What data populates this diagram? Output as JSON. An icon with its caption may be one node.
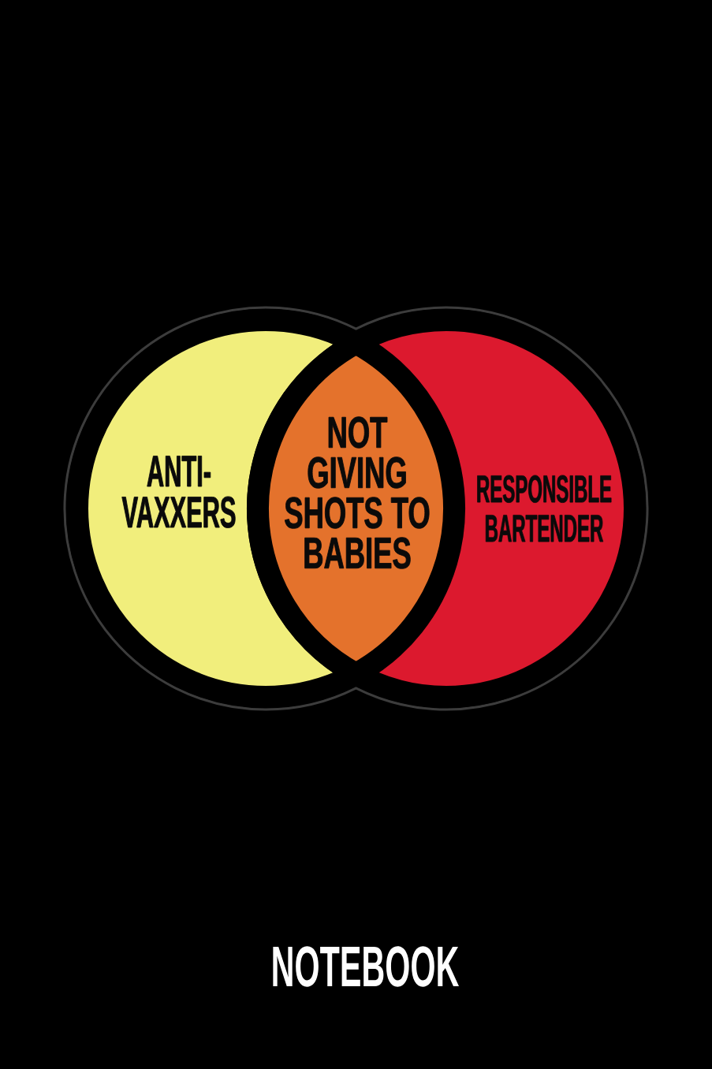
{
  "diagram": {
    "nodes": [
      {
        "text": [
          "ANTI- VAXXERS"
        ]
      },
      {
        "text": [
          "NOT GIVING SHOTS TO BABIES"
        ]
      },
      {
        "text": [
          "RESPONSIBLE BARTENDER"
        ]
      }
    ],
    "labels": [
      "NOTEBOOK"
    ]
  }
}
